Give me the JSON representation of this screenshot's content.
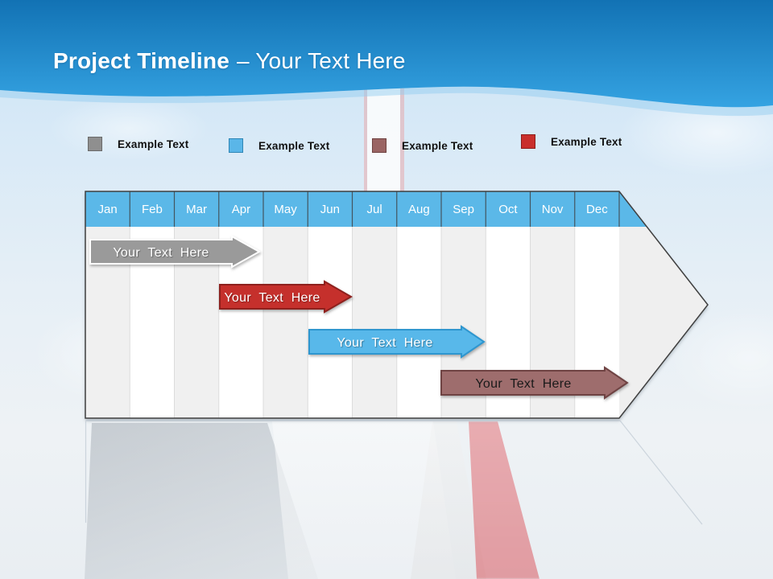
{
  "header": {
    "title_main": "Project Timeline",
    "title_suffix": "– Your Text Here",
    "bg_top": "#1272b4",
    "bg_bottom": "#35a3e2"
  },
  "legend": {
    "items": [
      {
        "label": "Example Text",
        "color": "#8f8f8f",
        "border": "#6a6a6a"
      },
      {
        "label": "Example Text",
        "color": "#5ab6e8",
        "border": "#2f86b5"
      },
      {
        "label": "Example Text",
        "color": "#9a6463",
        "border": "#6f4241"
      },
      {
        "label": "Example Text",
        "color": "#c9302c",
        "border": "#8c1d1a"
      }
    ]
  },
  "timeline": {
    "months": [
      "Jan",
      "Feb",
      "Mar",
      "Apr",
      "May",
      "Jun",
      "Jul",
      "Aug",
      "Sep",
      "Oct",
      "Nov",
      "Dec"
    ],
    "header_color": "#5bb8e8",
    "bars": [
      {
        "label": "Your Text Here",
        "fill": "#9a9a9a",
        "stroke": "#ffffff",
        "text_color": "#ffffff",
        "start": "Jan",
        "end": "Apr"
      },
      {
        "label": "Your Text Here",
        "fill": "#c5302c",
        "stroke": "#8e201d",
        "text_color": "#ffffff",
        "start": "Apr",
        "end": "Jun"
      },
      {
        "label": "Your Text Here",
        "fill": "#58b8ea",
        "stroke": "#2e96cf",
        "text_color": "#ffffff",
        "start": "Jun",
        "end": "Sep"
      },
      {
        "label": "Your Text Here",
        "fill": "#9e6d6d",
        "stroke": "#6f4343",
        "text_color": "#1a1a1a",
        "start": "Sep",
        "end": "Dec"
      }
    ]
  }
}
